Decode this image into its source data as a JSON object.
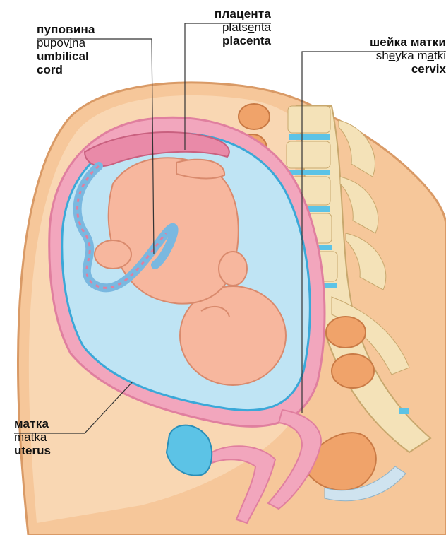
{
  "labels": {
    "umbilical_cord": {
      "ru": "пуповина",
      "tr_before": "pupov",
      "tr_underlined": "i",
      "tr_after": "na",
      "en_line1": "umbilical",
      "en_line2": "cord"
    },
    "placenta": {
      "ru": "плацента",
      "tr_before": "plats",
      "tr_underlined": "e",
      "tr_after": "nta",
      "en": "placenta"
    },
    "cervix": {
      "ru": "шейка матки",
      "tr_before": "sh",
      "tr_underlined1": "e",
      "tr_middle": "yka m",
      "tr_underlined2": "a",
      "tr_after": "tki",
      "en": "cervix"
    },
    "uterus": {
      "ru": "матка",
      "tr_before": "m",
      "tr_underlined": "a",
      "tr_after": "tka",
      "en": "uterus"
    }
  },
  "colors": {
    "skin": "#f6c79a",
    "skin_dark": "#e9a877",
    "uterus_wall": "#f2a6bd",
    "amniotic": "#bfe4f4",
    "amniotic_dark": "#3aa8d8",
    "fetus": "#f7b79e",
    "spine_bone": "#f4e2b8",
    "spine_disc": "#5cc3e6",
    "bowel": "#f0a36a",
    "cord": "#7ab8e0",
    "leader": "#333333"
  }
}
